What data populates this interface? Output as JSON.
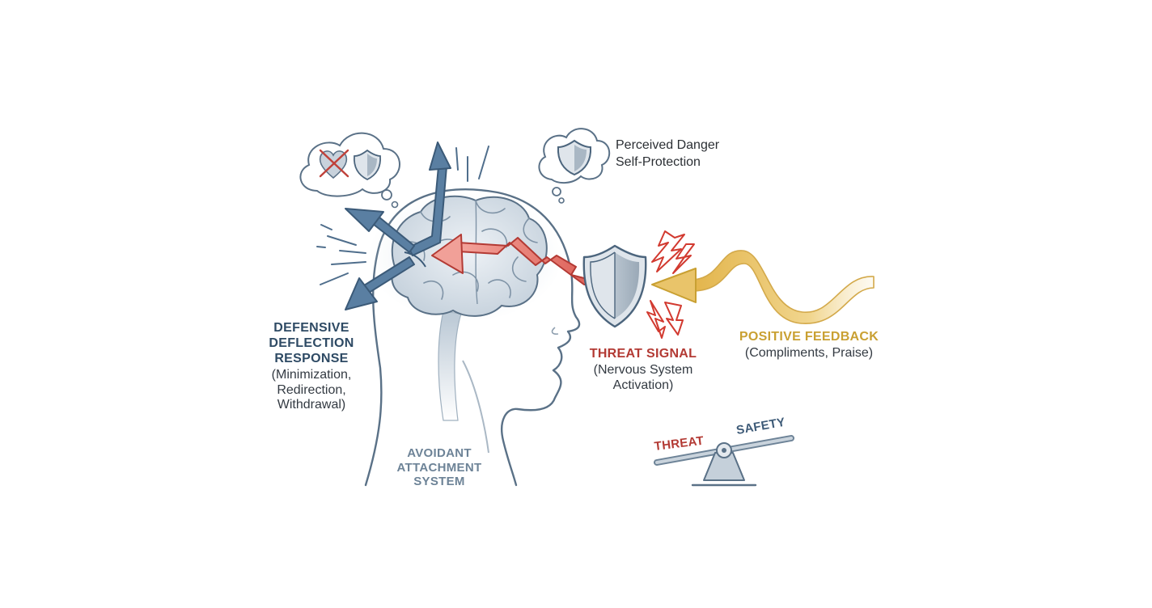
{
  "labels": {
    "defensive": {
      "title_lines": [
        "DEFENSIVE",
        "DEFLECTION",
        "RESPONSE"
      ],
      "detail_lines": [
        "(Minimization,",
        "Redirection,",
        "Withdrawal)"
      ]
    },
    "perceived": {
      "lines": [
        "Perceived Danger",
        "Self-Protection"
      ]
    },
    "threat_signal": {
      "title": "THREAT SIGNAL",
      "detail_lines": [
        "(Nervous System",
        "Activation)"
      ]
    },
    "positive_feedback": {
      "title": "POSITIVE FEEDBACK",
      "detail": "(Compliments, Praise)"
    },
    "avoidant": {
      "lines": [
        "AVOIDANT",
        "ATTACHMENT",
        "SYSTEM"
      ]
    },
    "scale": {
      "left": "THREAT",
      "right": "SAFETY"
    }
  },
  "colors": {
    "outline": "#5a7187",
    "deflection_blue": "#5a7fa2",
    "deflection_blue_dark": "#3b5a78",
    "threat_red": "#e8857c",
    "threat_red_dark": "#b33a34",
    "lightning": "#d23a30",
    "feedback_gold": "#e9c46a",
    "feedback_gold_dark": "#c9a032",
    "brain_fill": "#cfd9e2"
  },
  "icons": [
    "crossed-heart-icon",
    "shield-icon",
    "lightning-icon",
    "balance-scale-icon",
    "thought-bubble-icon"
  ]
}
